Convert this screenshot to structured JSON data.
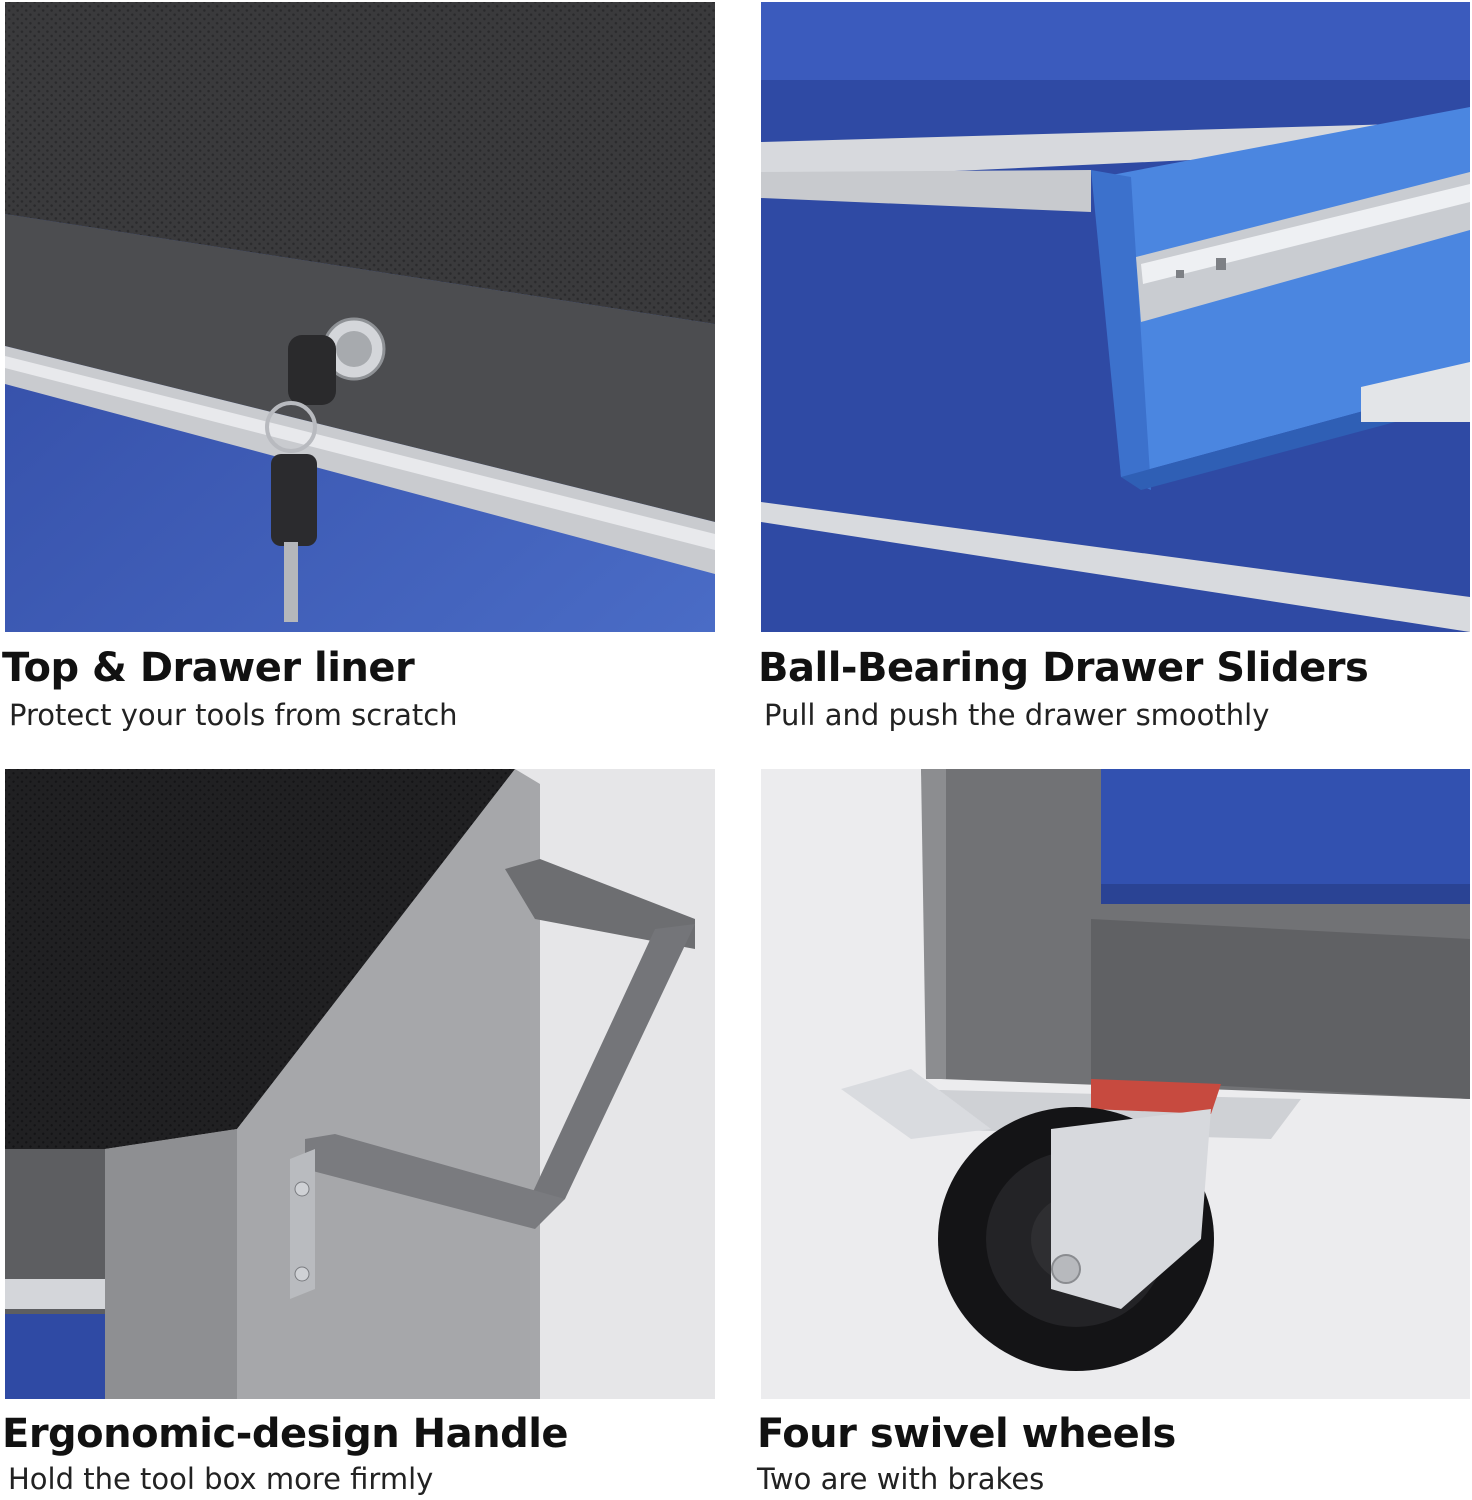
{
  "features": [
    {
      "title": "Top & Drawer liner",
      "subtitle": "Protect your tools from scratch"
    },
    {
      "title": "Ball-Bearing Drawer Sliders",
      "subtitle": "Pull and push the drawer smoothly"
    },
    {
      "title": "Ergonomic-design Handle",
      "subtitle": "Hold the tool box more firmly"
    },
    {
      "title": "Four swivel wheels",
      "subtitle": "Two are with brakes"
    }
  ],
  "colors": {
    "drawer_blue": "#3f5fb8",
    "cabinet_gray": "#6f7072",
    "liner_black": "#1c1c1e",
    "background": "#ffffff"
  }
}
